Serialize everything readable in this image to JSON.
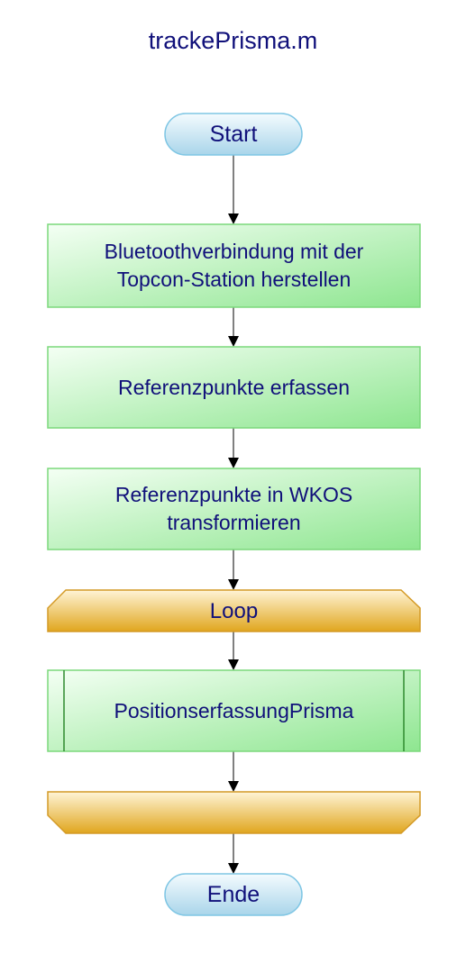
{
  "title": "trackePrisma.m",
  "nodes": {
    "start": "Start",
    "bluetooth": "Bluetoothverbindung mit der Topcon-Station herstellen",
    "referenzpunkte_erfassen": "Referenzpunkte erfassen",
    "referenzpunkte_transformieren": "Referenzpunkte in WKOS transformieren",
    "loop_start": "Loop",
    "subprocess": "PositionserfassungPrisma",
    "loop_end": "",
    "end": "Ende"
  },
  "colors": {
    "text": "#10107a",
    "process_fill": "#a8f0a8",
    "terminal_fill": "#c8e6f2",
    "loop_fill": "#efc874"
  }
}
